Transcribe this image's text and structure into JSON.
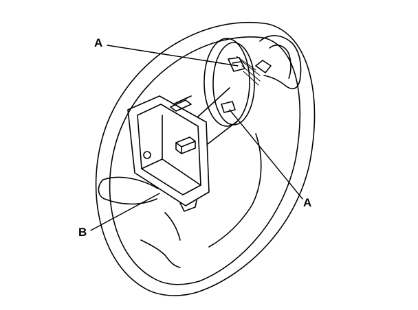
{
  "callouts": {
    "a_top": "A",
    "a_right": "A",
    "b": "B"
  },
  "colors": {
    "ink": "#000000",
    "paper": "#ffffff"
  }
}
